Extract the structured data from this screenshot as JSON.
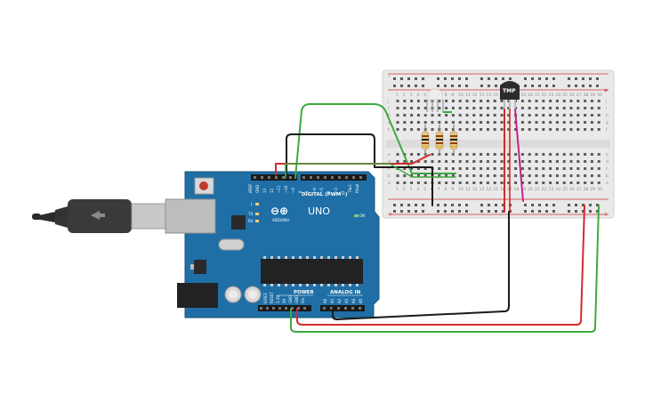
{
  "arduino": {
    "brand": "UNO",
    "logo_symbol": "⊖⊕",
    "header_digital": "DIGITAL (PWM~)",
    "header_power": "POWER",
    "header_analog": "ANALOG IN",
    "aref": "AREF",
    "gnd": "GND",
    "pins_digital_high": [
      "13",
      "12",
      "~11",
      "~10",
      "~9",
      "8"
    ],
    "pins_digital_low": [
      "7",
      "~6",
      "~5",
      "4",
      "~3",
      "2",
      "TX▸1",
      "RX◂0"
    ],
    "led_l": "L",
    "led_tx": "TX",
    "led_rx": "RX",
    "on": "ON",
    "power_pins": [
      "IOREF",
      "RESET",
      "3.3V",
      "5V",
      "GND",
      "GND",
      "Vin"
    ],
    "analog_pins": [
      "A0",
      "A1",
      "A2",
      "A3",
      "A4",
      "A5"
    ]
  },
  "sensor": {
    "label": "TMP"
  },
  "breadboard": {
    "row_letters_top": [
      "j",
      "i",
      "h",
      "g",
      "f"
    ],
    "row_letters_bottom": [
      "e",
      "d",
      "c",
      "b",
      "a"
    ],
    "col_numbers": [
      "1",
      "2",
      "3",
      "4",
      "5",
      "6",
      "7",
      "8",
      "9",
      "10",
      "11",
      "12",
      "13",
      "14",
      "15",
      "16",
      "17",
      "18",
      "19",
      "20",
      "21",
      "22",
      "23",
      "24",
      "25",
      "26",
      "27",
      "28",
      "29",
      "30"
    ]
  },
  "colors": {
    "board_blue": "#1f6fa6",
    "wire_green": "#3daa3f",
    "wire_black": "#1a1a1a",
    "wire_red": "#d42a2a",
    "wire_magenta": "#c4248f"
  }
}
